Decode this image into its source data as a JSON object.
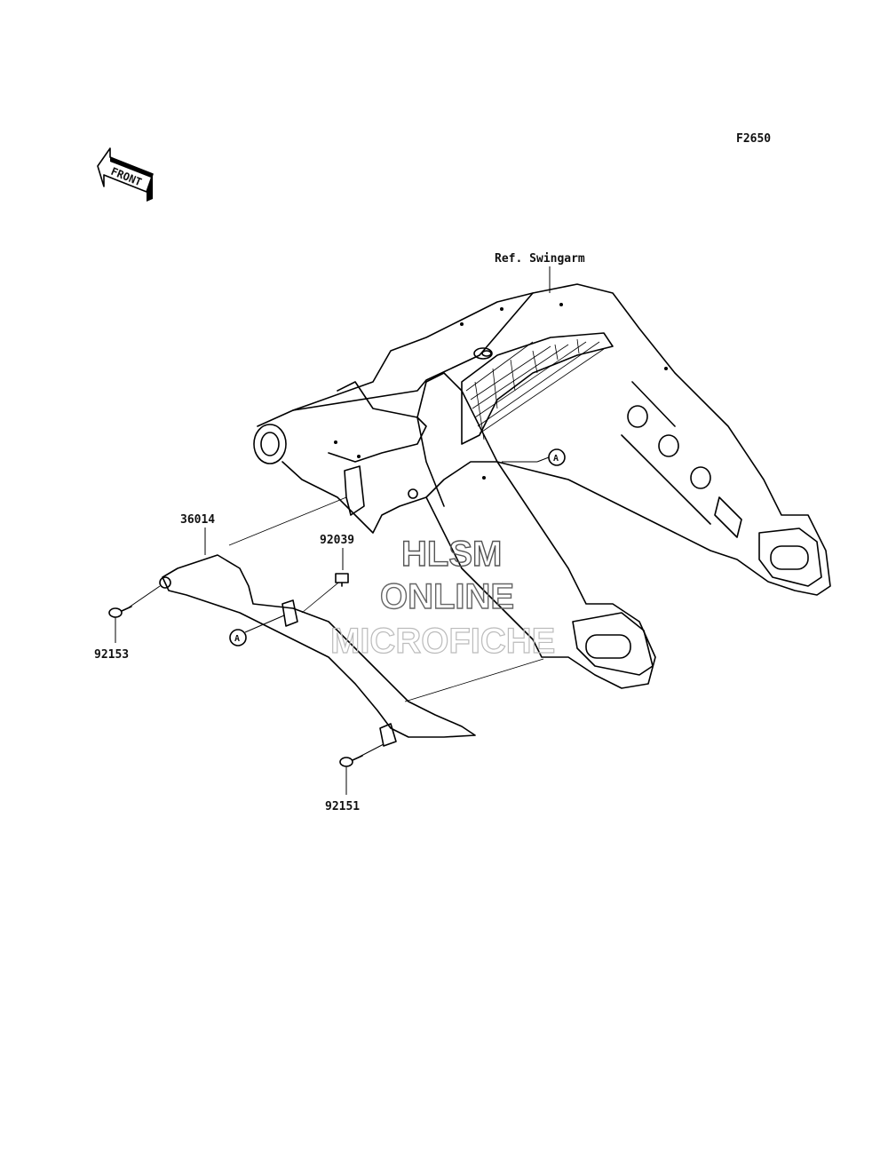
{
  "figure_code": "F2650",
  "front_arrow_label": "FRONT",
  "callouts": {
    "ref_swingarm": "Ref. Swingarm",
    "part_36014": "36014",
    "part_92039": "92039",
    "part_92153": "92153",
    "part_92151": "92151",
    "ref_a_upper": "A",
    "ref_a_lower": "A"
  },
  "watermark": {
    "line1": "HLSM",
    "line2": "ONLINE",
    "line3": "MICROFICHE"
  }
}
